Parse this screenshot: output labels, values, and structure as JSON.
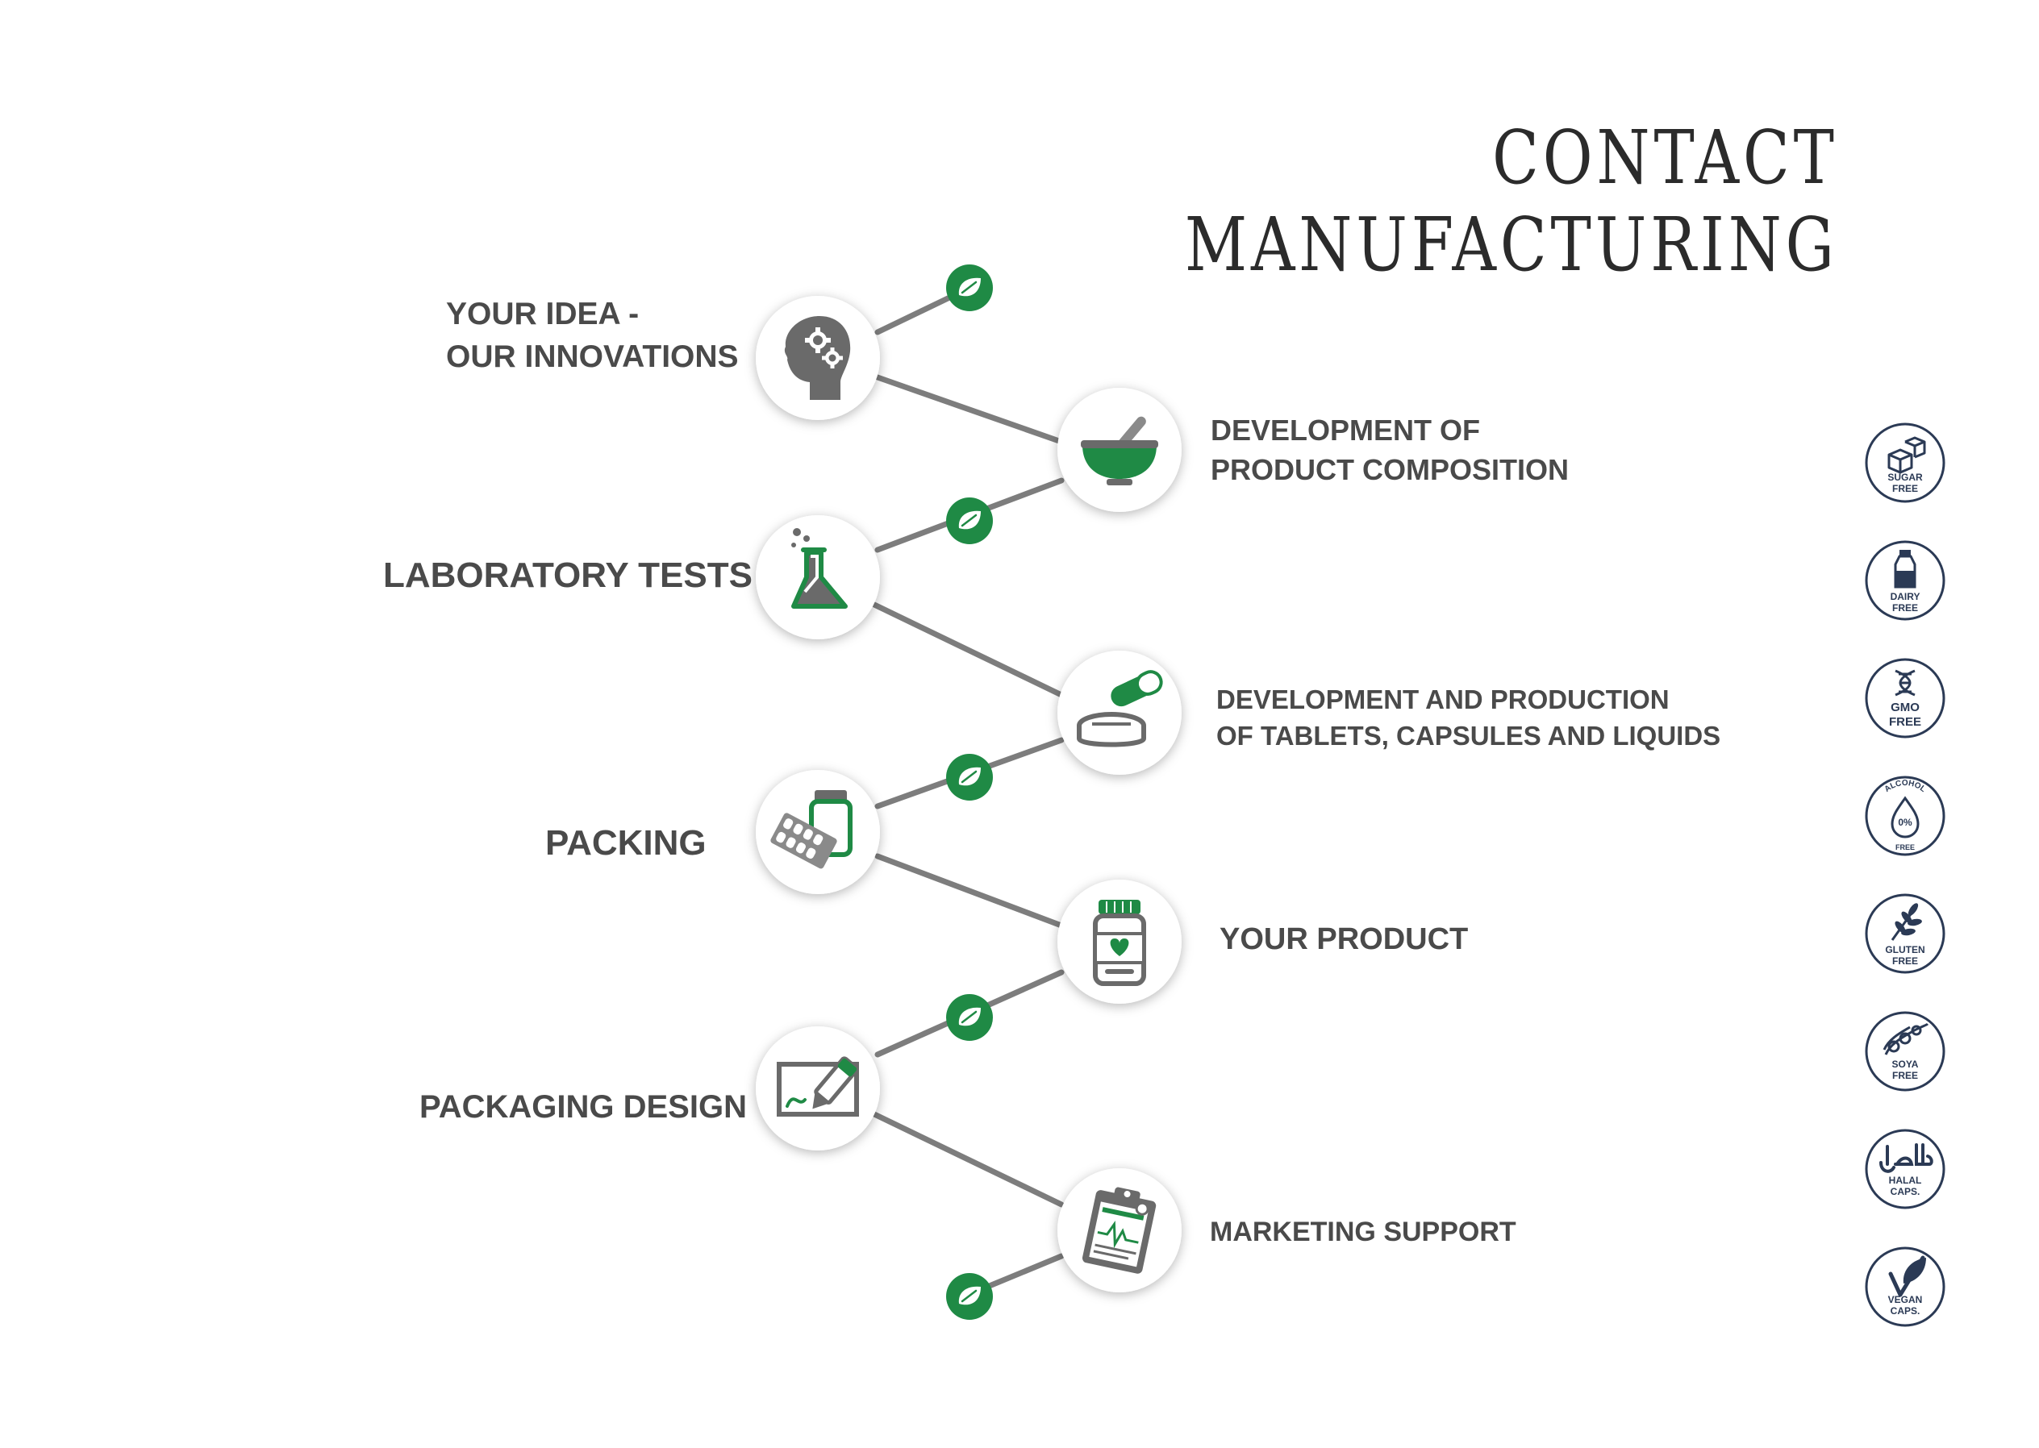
{
  "title": {
    "line1": "CONTACT",
    "line2": "MANUFACTURING"
  },
  "steps": [
    {
      "icon": "head-gears-icon",
      "lines": [
        "YOUR IDEA -",
        "OUR INNOVATIONS"
      ]
    },
    {
      "icon": "mortar-pestle-icon",
      "lines": [
        "DEVELOPMENT OF",
        "PRODUCT COMPOSITION"
      ]
    },
    {
      "icon": "flask-icon",
      "lines": [
        "LABORATORY TESTS"
      ]
    },
    {
      "icon": "tablet-capsule-icon",
      "lines": [
        "DEVELOPMENT AND PRODUCTION",
        "OF TABLETS, CAPSULES AND LIQUIDS"
      ]
    },
    {
      "icon": "bottle-blister-icon",
      "lines": [
        "PACKING"
      ]
    },
    {
      "icon": "bottle-heart-icon",
      "lines": [
        "YOUR PRODUCT"
      ]
    },
    {
      "icon": "design-frame-pen-icon",
      "lines": [
        "PACKAGING DESIGN"
      ]
    },
    {
      "icon": "clipboard-chart-icon",
      "lines": [
        "MARKETING SUPPORT"
      ]
    }
  ],
  "badges": [
    {
      "icon": "sugar-cubes-icon",
      "lines": [
        "SUGAR",
        "FREE"
      ]
    },
    {
      "icon": "milk-bottle-icon",
      "lines": [
        "DAIRY",
        "FREE"
      ]
    },
    {
      "icon": "dna-icon",
      "lines": [
        "GMO",
        "FREE"
      ]
    },
    {
      "icon": "drop-icon",
      "top": "ALCOHOL",
      "center": "0%",
      "bottom": "FREE"
    },
    {
      "icon": "wheat-icon",
      "lines": [
        "GLUTEN",
        "FREE"
      ]
    },
    {
      "icon": "soy-pod-icon",
      "lines": [
        "SOYA",
        "FREE"
      ]
    },
    {
      "icon": "halal-script-icon",
      "lines": [
        "HALAL",
        "CAPS."
      ]
    },
    {
      "icon": "leaf-check-icon",
      "lines": [
        "VEGAN",
        "CAPS."
      ]
    }
  ],
  "colors": {
    "green": "#1f8a45",
    "gray": "#7a7a7a",
    "dark_gray": "#6d6d6d",
    "text": "#4a4a4a",
    "navy": "#2b3a55"
  }
}
